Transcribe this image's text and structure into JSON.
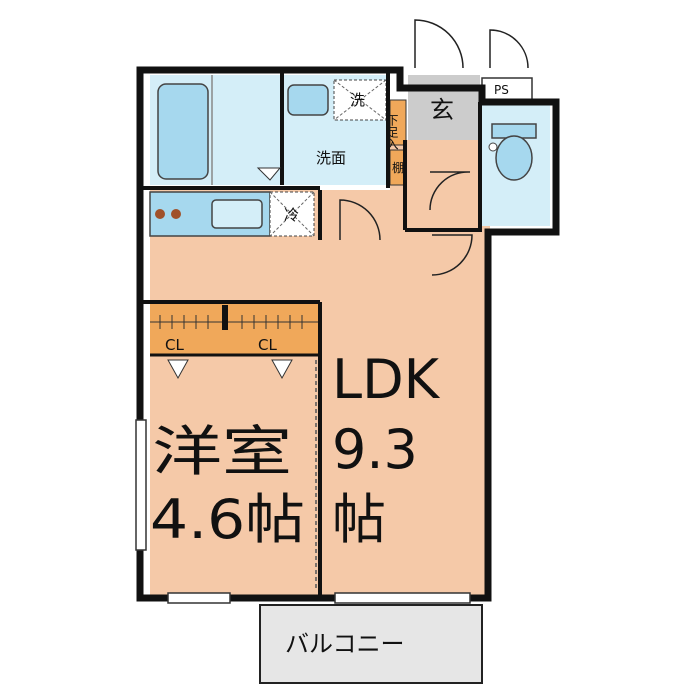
{
  "colors": {
    "floor": "#f5c9a8",
    "wet": "#d4eef8",
    "fixture": "#a6d8ee",
    "closet": "#f0a85a",
    "entrance": "#cccccc",
    "balcony": "#e6e6e6",
    "wall": "#111111"
  },
  "rooms": {
    "ldk": {
      "name": "LDK",
      "size": "9.3",
      "unit": "帖"
    },
    "western": {
      "name": "洋室",
      "size": "4.6帖"
    },
    "closet_left": "CL",
    "closet_right": "CL",
    "washroom": "洗面",
    "washer": "洗",
    "fridge": "冷",
    "entrance": "玄",
    "shoe_box": "下足入",
    "shelf": "棚",
    "pipe_space": "PS",
    "balcony": "バルコニー"
  }
}
